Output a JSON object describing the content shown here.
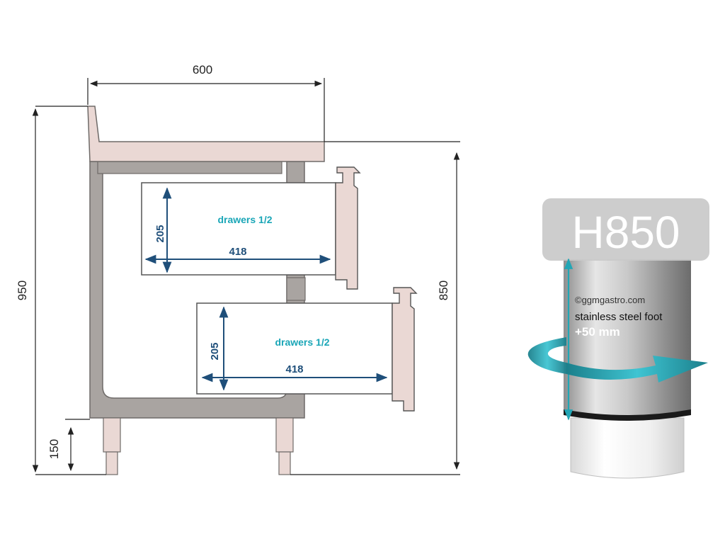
{
  "dimensions": {
    "width": "600",
    "total_height": "950",
    "working_height": "850",
    "leg_height": "150"
  },
  "drawers": [
    {
      "label": "drawers 1/2",
      "height": "205",
      "depth": "418"
    },
    {
      "label": "drawers 1/2",
      "height": "205",
      "depth": "418"
    }
  ],
  "foot": {
    "badge": "H850",
    "watermark": "©ggmgastro.com",
    "description": "stainless steel foot",
    "adjustment": "+50 mm"
  },
  "colors": {
    "frame": "#a9a4a1",
    "top": "#ead8d4",
    "drawer": "#ffffff",
    "arrow_teal": "#22a6b5",
    "dim_blue": "#1f4f7a"
  }
}
